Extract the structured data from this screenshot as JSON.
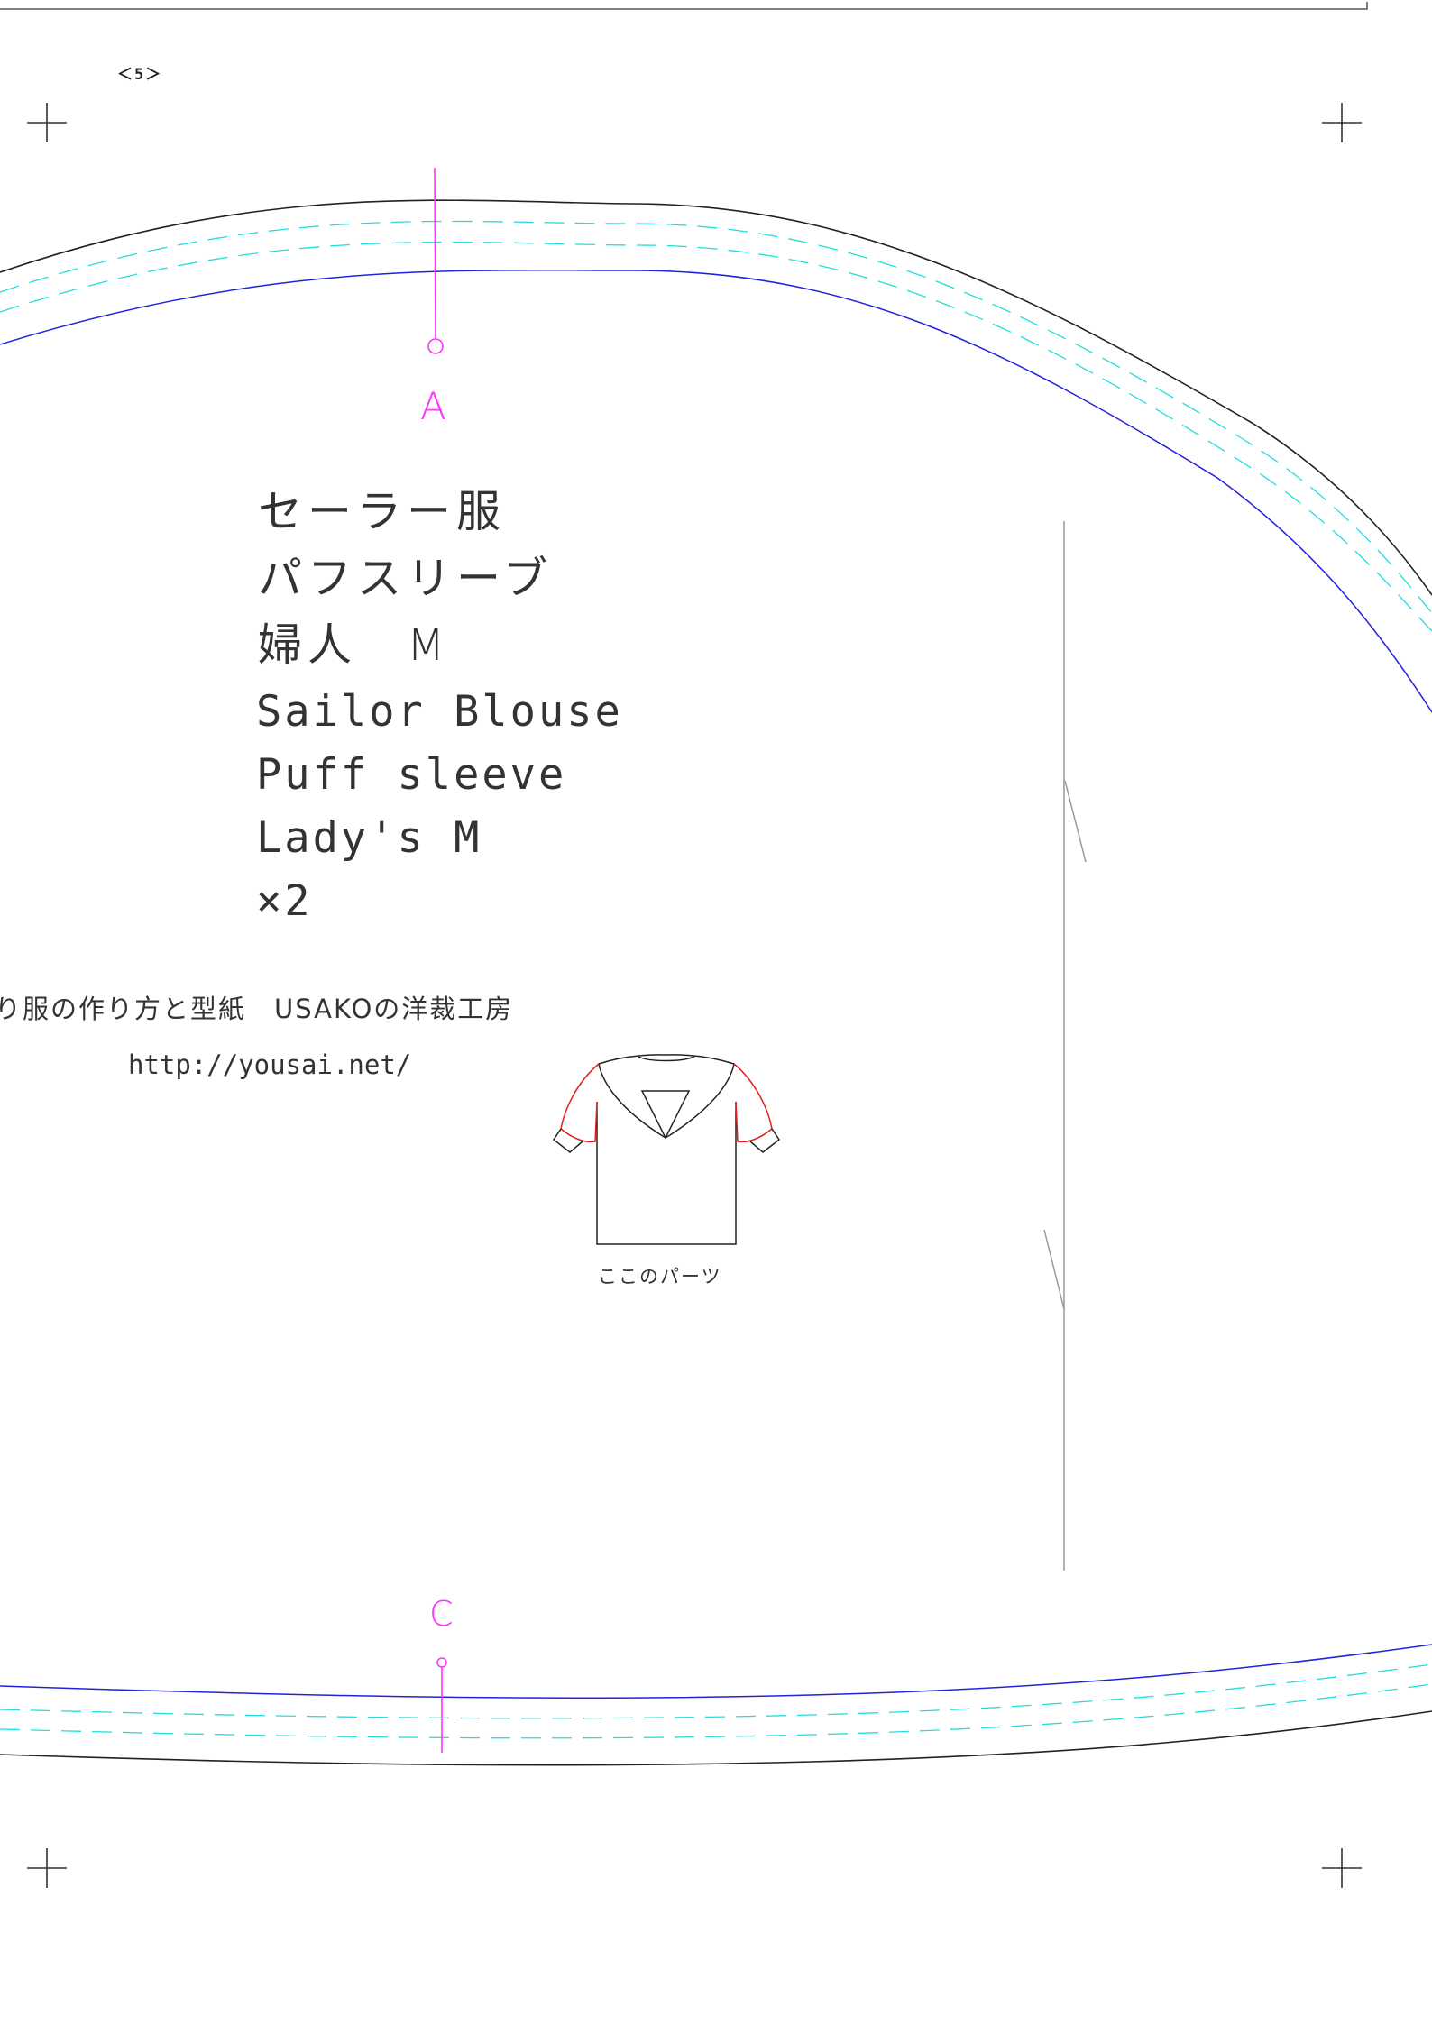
{
  "page": {
    "number": "＜5＞"
  },
  "title": {
    "jp_line1": "セーラー服",
    "jp_line2": "パフスリーブ",
    "jp_line3": "婦人　M",
    "en_line1": "Sailor Blouse",
    "en_line2": "Puff sleeve",
    "en_line3": "Lady's M",
    "en_line4": "×2"
  },
  "credit": {
    "site_name": "り服の作り方と型紙　USAKOの洋裁工房",
    "url": "http://yousai.net/"
  },
  "diagram": {
    "label": "ここのパーツ",
    "highlight_color": "#e02020"
  },
  "markers": {
    "a": "A",
    "c": "C"
  },
  "colors": {
    "cut_line": "#222222",
    "stitch_line": "#2222dd",
    "seam_allowance": "#22dddd",
    "notch": "#ff33ff",
    "grainline": "#999999"
  }
}
